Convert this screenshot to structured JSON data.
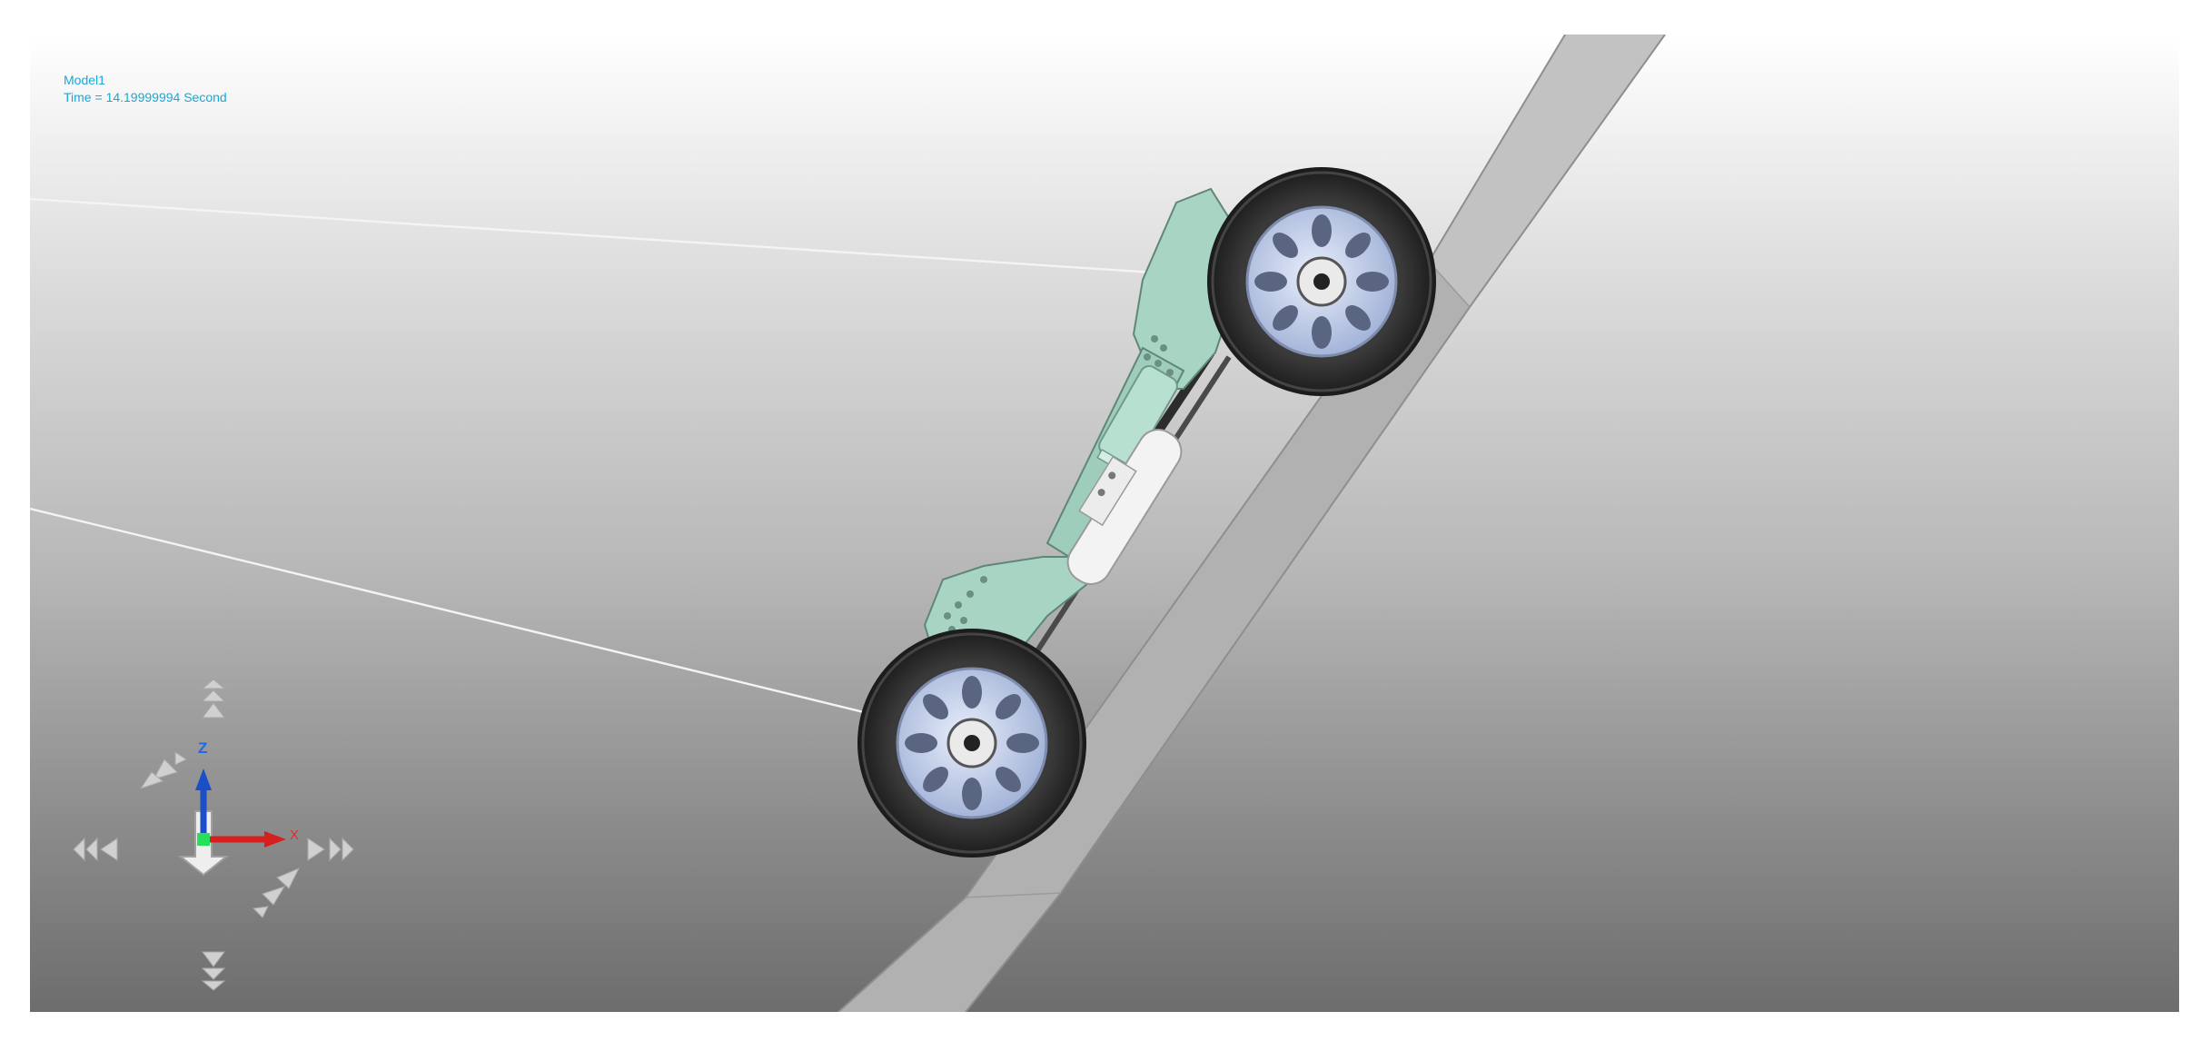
{
  "overlay": {
    "model_name": "Model1",
    "time_label": "Time",
    "time_equals": "=",
    "time_value": "14.19999994",
    "time_unit": "Second"
  },
  "triad": {
    "z_label": "Z",
    "x_label": "X",
    "colors": {
      "z_axis": "#1a4fc8",
      "x_axis": "#d61f1f",
      "origin": "#27e05a",
      "label_z": "#2166e8",
      "label_x": "#e52a2a"
    }
  },
  "nav_icons": [
    "pan-up-icon",
    "pan-down-icon",
    "pan-left-icon",
    "pan-right-icon",
    "rotate-up-left-icon",
    "rotate-down-right-icon"
  ],
  "colors": {
    "overlay_text": "#18a9d8",
    "chassis": "#a9d6c6",
    "tire": "#2b2b2b",
    "rim": "#b9c6e6",
    "road": "#a9a9a9"
  }
}
